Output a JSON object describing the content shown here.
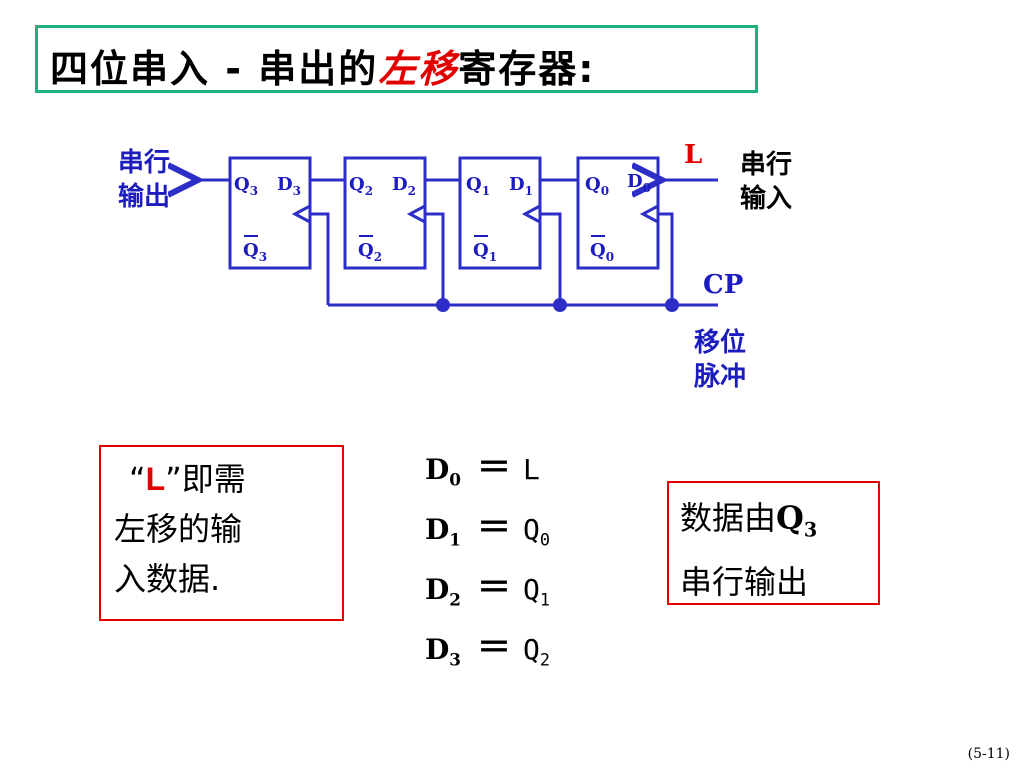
{
  "title": {
    "prefix": "四位串入 - 串出的",
    "highlight": "左移",
    "suffix": "寄存器:"
  },
  "circuit": {
    "flip_flops": [
      {
        "q": "Q",
        "q_sub": "3",
        "d": "D",
        "d_sub": "3",
        "qbar": "Q",
        "qbar_sub": "3"
      },
      {
        "q": "Q",
        "q_sub": "2",
        "d": "D",
        "d_sub": "2",
        "qbar": "Q",
        "qbar_sub": "2"
      },
      {
        "q": "Q",
        "q_sub": "1",
        "d": "D",
        "d_sub": "1",
        "qbar": "Q",
        "qbar_sub": "1"
      },
      {
        "q": "Q",
        "q_sub": "0",
        "d": "D",
        "d_sub": "0",
        "qbar": "Q",
        "qbar_sub": "0"
      }
    ],
    "serial_output_label": "串行\n输出",
    "serial_input_label": "串行\n输入",
    "input_L": "L",
    "cp_label": "CP",
    "shift_pulse_label": "移位\n脉冲",
    "colors": {
      "wire": "#2d2dc8",
      "text": "#1d1dbf",
      "highlight": "#e00000"
    }
  },
  "note_left": {
    "quote_open": "“",
    "L": "L",
    "quote_close": "”",
    "line1_rest": "即需",
    "line2": "左移的输",
    "line3": "入数据."
  },
  "equations": [
    {
      "lhs": "D",
      "lhs_sub": "0",
      "op": "＝",
      "rhs": "L",
      "rhs_sub": ""
    },
    {
      "lhs": "D",
      "lhs_sub": "1",
      "op": "＝",
      "rhs": "Q",
      "rhs_sub": "0"
    },
    {
      "lhs": "D",
      "lhs_sub": "2",
      "op": "＝",
      "rhs": "Q",
      "rhs_sub": "1"
    },
    {
      "lhs": "D",
      "lhs_sub": "3",
      "op": "＝",
      "rhs": "Q",
      "rhs_sub": "2"
    }
  ],
  "note_right": {
    "line1": "数据由",
    "line1_q": "Q",
    "line1_sub": "3",
    "line2": "串行输出"
  },
  "page_number": "(5-11)"
}
